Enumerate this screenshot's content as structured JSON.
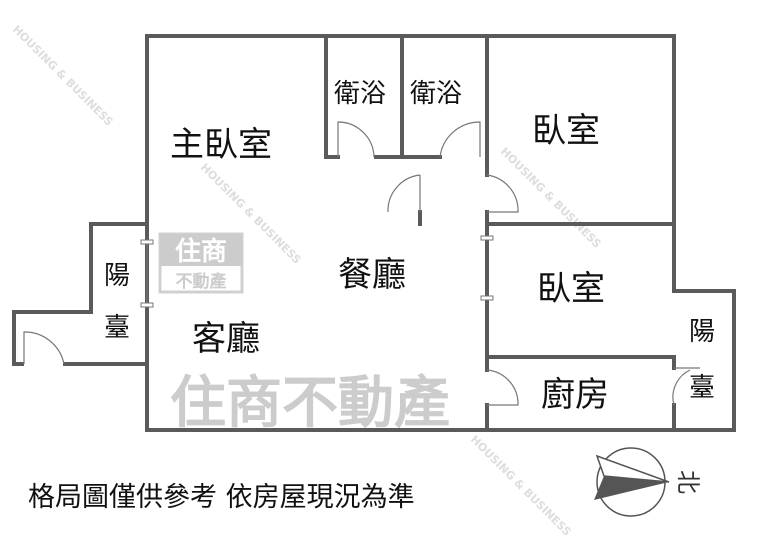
{
  "rooms": {
    "master_bedroom": "主臥室",
    "bath_1": "衛浴",
    "bath_2": "衛浴",
    "bedroom_1": "臥室",
    "dining": "餐廳",
    "bedroom_2": "臥室",
    "balcony_left_1": "陽",
    "balcony_left_2": "臺",
    "living": "客廳",
    "kitchen": "廚房",
    "balcony_right_1": "陽",
    "balcony_right_2": "臺"
  },
  "disclaimer": "格局圖僅供參考 依房屋現況為準",
  "compass": {
    "label": "北"
  },
  "watermark": {
    "brand_top": "住商",
    "brand_bottom": "不動產",
    "brand_large": "住商不動產",
    "english": "HOUSING & BUSINESS"
  },
  "colors": {
    "wall": "#5a5a5a",
    "watermark": "#cccccc"
  }
}
